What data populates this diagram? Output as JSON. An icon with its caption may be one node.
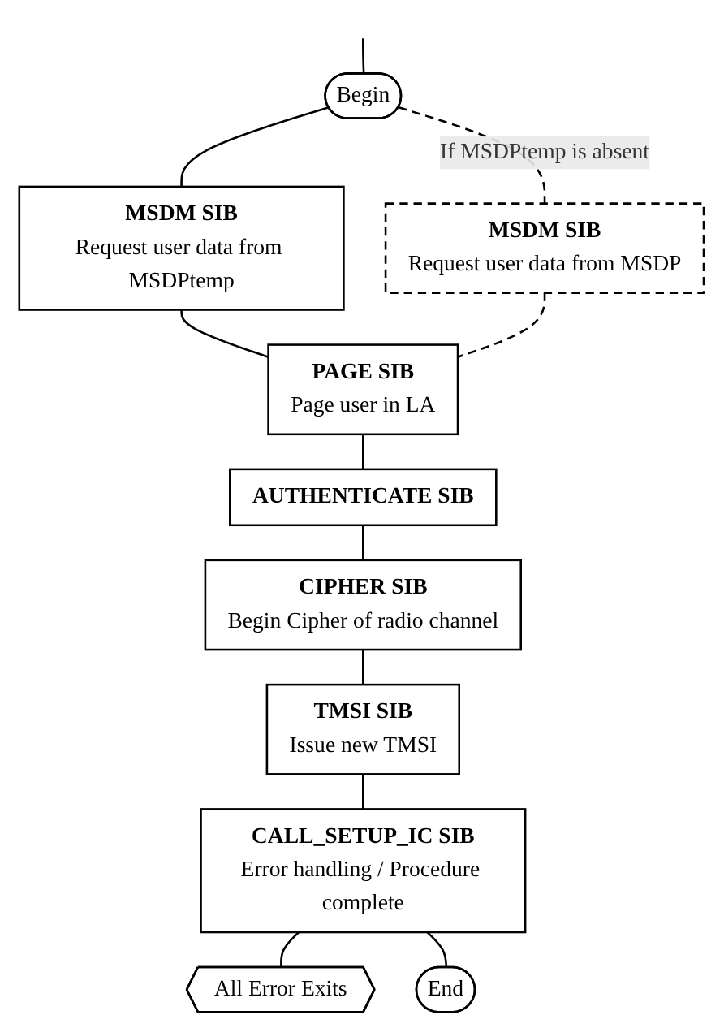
{
  "diagram": {
    "nodes": [
      {
        "text": [
          "Begin"
        ]
      },
      {
        "text": [
          "MSDM SIB",
          "Request user data from MSDPtemp"
        ]
      },
      {
        "text": [
          "MSDM SIB",
          "Request user data from MSDP"
        ]
      },
      {
        "text": [
          "PAGE SIB",
          "Page user in LA"
        ]
      },
      {
        "text": [
          "AUTHENTICATE SIB"
        ]
      },
      {
        "text": [
          "CIPHER SIB",
          "Begin Cipher of radio channel"
        ]
      },
      {
        "text": [
          "TMSI SIB",
          "Issue new TMSI"
        ]
      },
      {
        "text": [
          "CALL_SETUP_IC SIB",
          "Error handling / Procedure complete"
        ]
      },
      {
        "text": [
          "All Error Exits"
        ]
      },
      {
        "text": [
          "End"
        ]
      }
    ],
    "edges": [
      {
        "from": null,
        "to": 0,
        "arrow": "none"
      },
      {
        "from": 0,
        "to": 1,
        "arrow": "none"
      },
      {
        "from": 0,
        "to": 2,
        "arrow": "none",
        "label": "If MSDPtemp is absent",
        "style": "dashed"
      },
      {
        "from": 1,
        "to": 3,
        "arrow": "none"
      },
      {
        "from": 2,
        "to": 3,
        "arrow": "none",
        "style": "dashed"
      },
      {
        "from": 3,
        "to": 4,
        "arrow": "none"
      },
      {
        "from": 4,
        "to": 5,
        "arrow": "none"
      },
      {
        "from": 5,
        "to": 6,
        "arrow": "none"
      },
      {
        "from": 6,
        "to": 7,
        "arrow": "none"
      },
      {
        "from": 7,
        "to": 8,
        "arrow": "none"
      },
      {
        "from": 7,
        "to": 9,
        "arrow": "none"
      }
    ]
  }
}
